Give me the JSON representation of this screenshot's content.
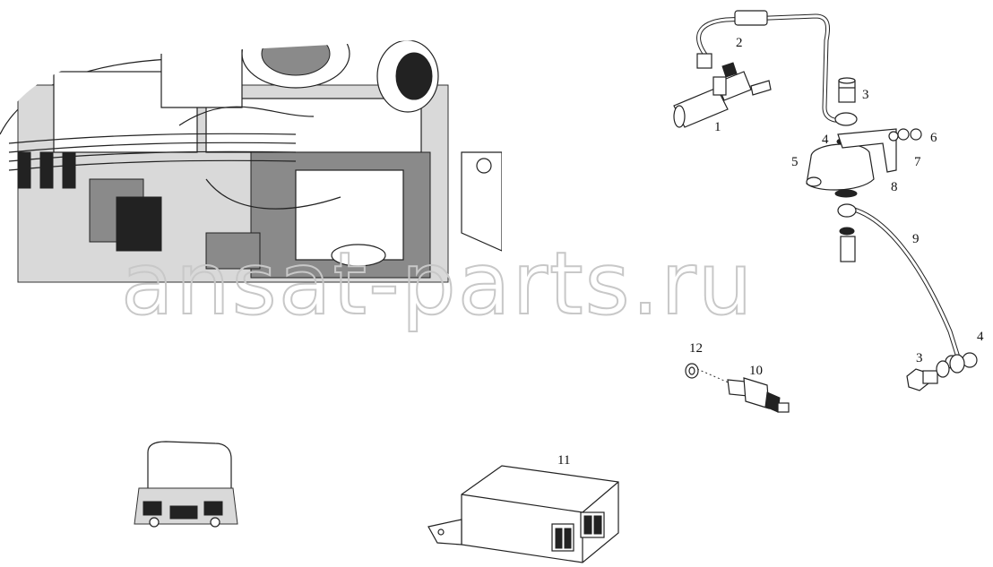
{
  "watermark": "ansat-parts.ru",
  "callouts": [
    {
      "id": "c1",
      "label": "1"
    },
    {
      "id": "c2",
      "label": "2"
    },
    {
      "id": "c3a",
      "label": "3"
    },
    {
      "id": "c4a",
      "label": "4"
    },
    {
      "id": "c5",
      "label": "5"
    },
    {
      "id": "c6",
      "label": "6"
    },
    {
      "id": "c7",
      "label": "7"
    },
    {
      "id": "c8",
      "label": "8"
    },
    {
      "id": "c9",
      "label": "9"
    },
    {
      "id": "c3b",
      "label": "3"
    },
    {
      "id": "c4b",
      "label": "4"
    },
    {
      "id": "c10",
      "label": "10"
    },
    {
      "id": "c11",
      "label": "11"
    },
    {
      "id": "c12",
      "label": "12"
    }
  ]
}
